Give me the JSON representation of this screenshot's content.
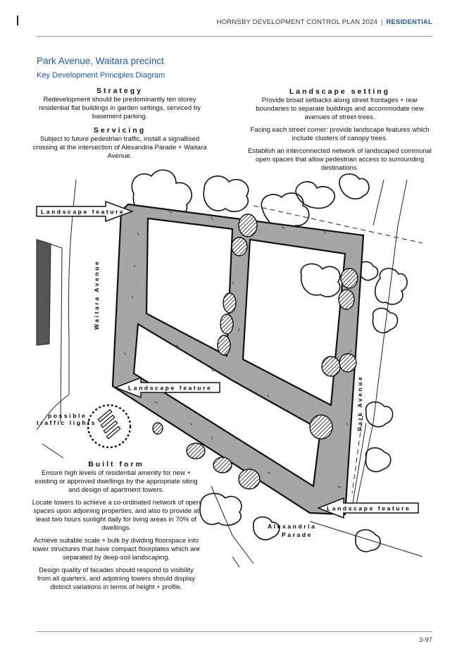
{
  "header": {
    "document": "HORNSBY DEVELOPMENT CONTROL PLAN 2024",
    "separator": "|",
    "section": "RESIDENTIAL"
  },
  "title": "Park Avenue, Waitara precinct",
  "subtitle": "Key Development Principles Diagram",
  "strategy": {
    "heading": "Strategy",
    "text": "Redevelopment should be predominantly ten storey residential flat buildings in garden settings, serviced by basement parking."
  },
  "servicing": {
    "heading": "Servicing",
    "text": "Subject to future pedestrian traffic, install a signallised crossing at the intersection of Alexandria Parade + Waitara Avenue."
  },
  "landscape_setting": {
    "heading": "Landscape setting",
    "paragraphs": [
      "Provide broad setbacks along street frontages + rear boundaries to separate buildings and accommodate new avenues of street-trees.",
      "Facing each street corner:  provide landscape features which include clusters of canopy trees.",
      "Establish an interconnected network of landscaped communal open spaces that allow pedestrian access to surrounding destinations."
    ]
  },
  "built_form": {
    "heading": "Built form",
    "paragraphs": [
      "Ensure high levels of residential amenity for new + existing or approved dwellings by the appropriate siting and design of apartment towers.",
      "Locate towers to achieve a co-ordinated network of open spaces upon adjoining properties, and also to provide at least two hours sunlight daily for living areas in 70% of dwellings.",
      "Achieve suitable scale + bulk by dividing floorspace into tower structures that have compact floorplates which are separated by deep-soil landscaping.",
      "Design quality of facades should respond to visibility from all quarters, and adjoining towers should display distinct variations in terms of height + profile."
    ]
  },
  "diagram": {
    "landscape_feature_label": "Landscape feature",
    "waitara_avenue": "Waitara Avenue",
    "park_avenue": "Park Avenue",
    "alexandria": "Alexandria",
    "parade": "Parade",
    "possible": "possible",
    "traffic_lights": "traffic lights"
  },
  "page_number": "3-97"
}
